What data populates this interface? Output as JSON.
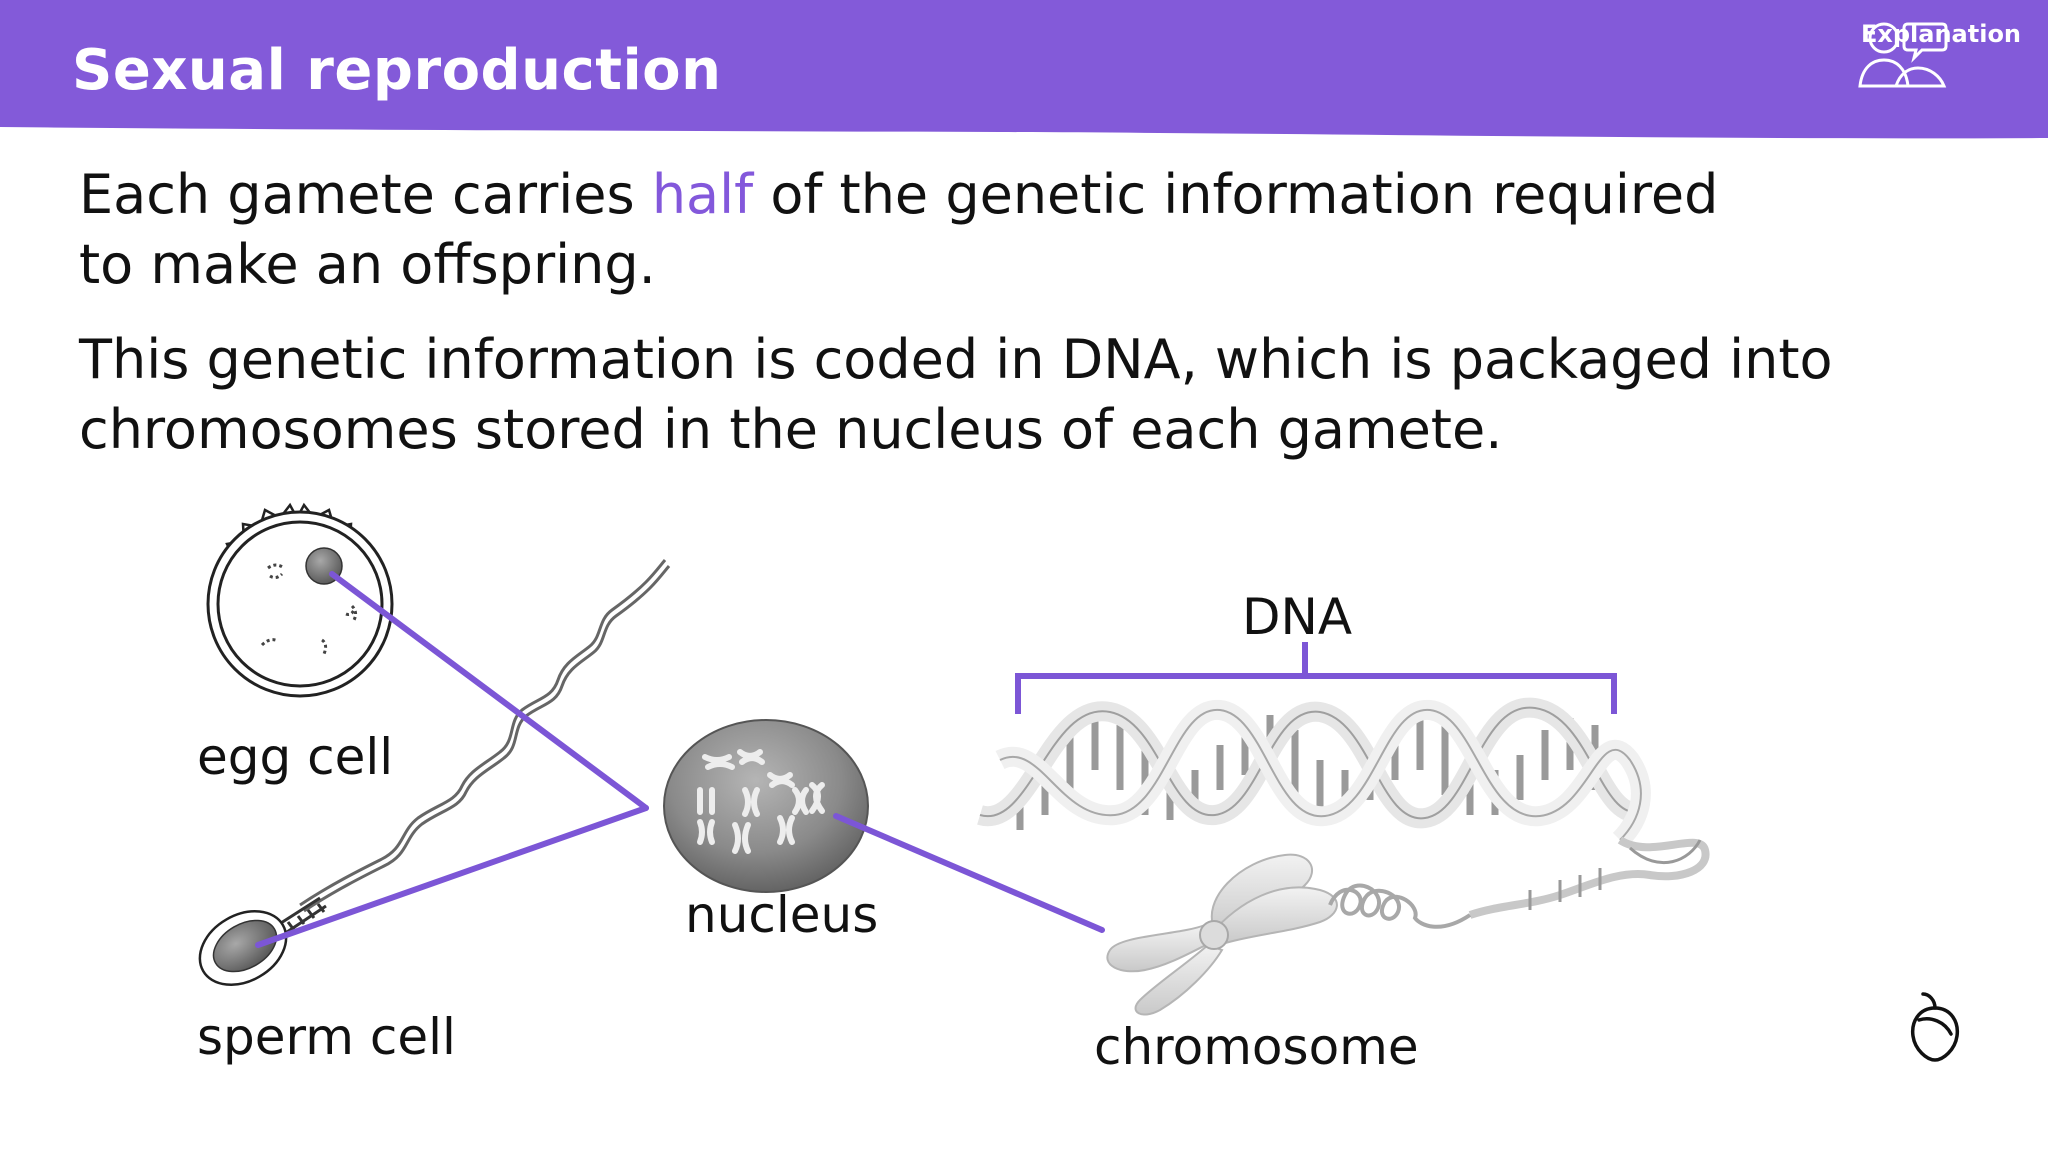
{
  "header": {
    "title": "Sexual reproduction",
    "badge_label": "Explanation",
    "badge_icon": "people-speech-icon",
    "background": "#835AD9"
  },
  "paragraph1": {
    "line1_before": "Each gamete carries ",
    "line1_highlight": "half",
    "line1_after": " of the genetic information required",
    "line2": "to make an offspring."
  },
  "paragraph2": {
    "line1": "This genetic information is coded in DNA, which is packaged into",
    "line2": "chromosomes stored in the nucleus of each gamete."
  },
  "diagram": {
    "labels": {
      "egg": "egg cell",
      "sperm": "sperm cell",
      "nucleus": "nucleus",
      "dna": "DNA",
      "chromosome": "chromosome"
    },
    "connector_color": "#7C56D6"
  },
  "footer": {
    "logo_icon": "acorn-icon"
  }
}
